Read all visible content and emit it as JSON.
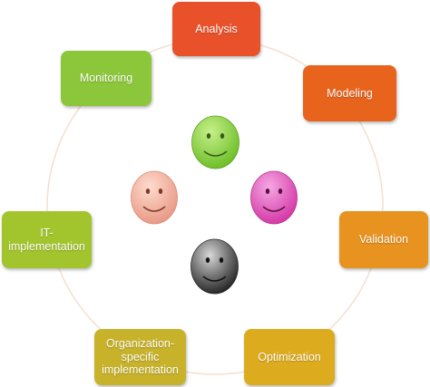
{
  "diagram": {
    "steps": [
      {
        "id": "analysis",
        "label": "Analysis",
        "color": "#e8512a"
      },
      {
        "id": "modeling",
        "label": "Modeling",
        "color": "#e8641d"
      },
      {
        "id": "validation",
        "label": "Validation",
        "color": "#e8921f"
      },
      {
        "id": "optimization",
        "label": "Optimization",
        "color": "#dcab1e"
      },
      {
        "id": "organization",
        "label": "Organization-\nspecific\nimplementation",
        "color": "#c7b22a"
      },
      {
        "id": "it",
        "label": "IT-\nimplementation",
        "color": "#a2c42c"
      },
      {
        "id": "monitoring",
        "label": "Monitoring",
        "color": "#8cc63a"
      }
    ],
    "smileys": [
      {
        "id": "green",
        "color": "#8fd24a"
      },
      {
        "id": "pink",
        "color": "#f0b8a8"
      },
      {
        "id": "magenta",
        "color": "#e45cc0"
      },
      {
        "id": "gray",
        "color": "#3a3a3a"
      }
    ],
    "circle_color": "#f3dfcf"
  }
}
